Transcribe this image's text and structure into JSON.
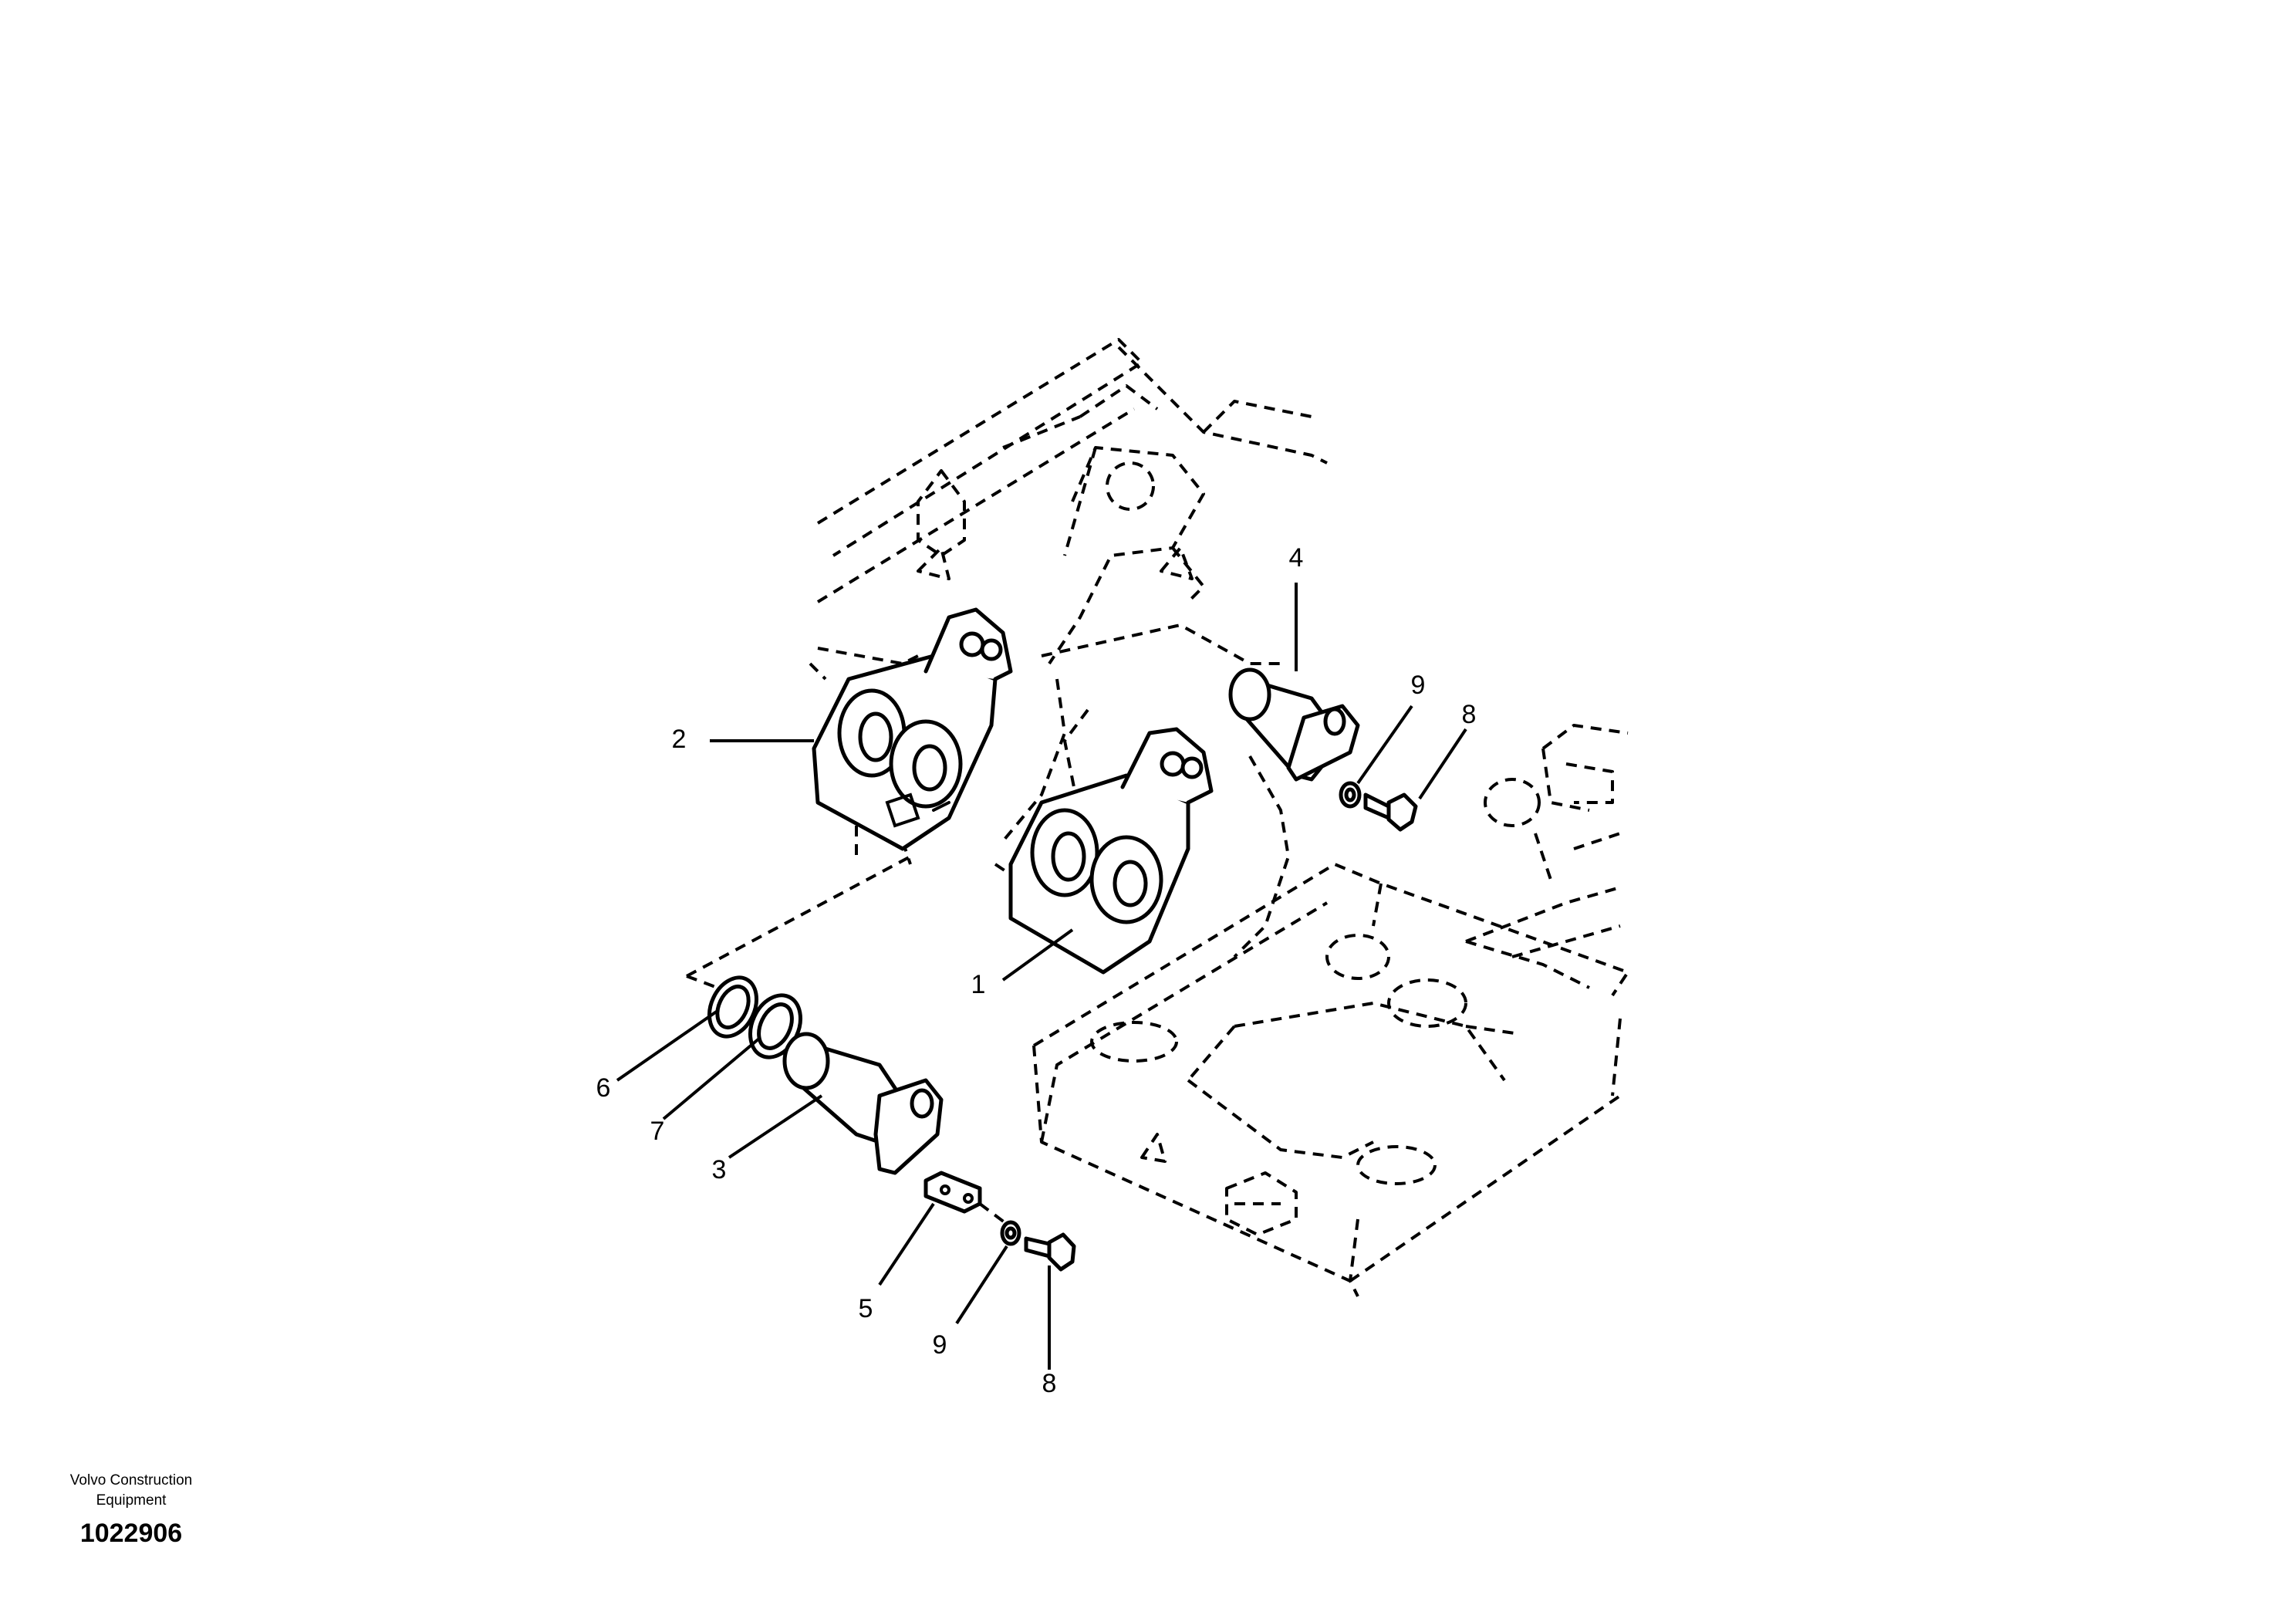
{
  "brand": {
    "line1": "Volvo Construction",
    "line2": "Equipment",
    "figure_number": "1022906"
  },
  "callouts": {
    "c1": "1",
    "c2": "2",
    "c3": "3",
    "c4": "4",
    "c5": "5",
    "c6": "6",
    "c7": "7",
    "c8_top": "8",
    "c9_top": "9",
    "c8_bottom": "8",
    "c9_bottom": "9"
  }
}
